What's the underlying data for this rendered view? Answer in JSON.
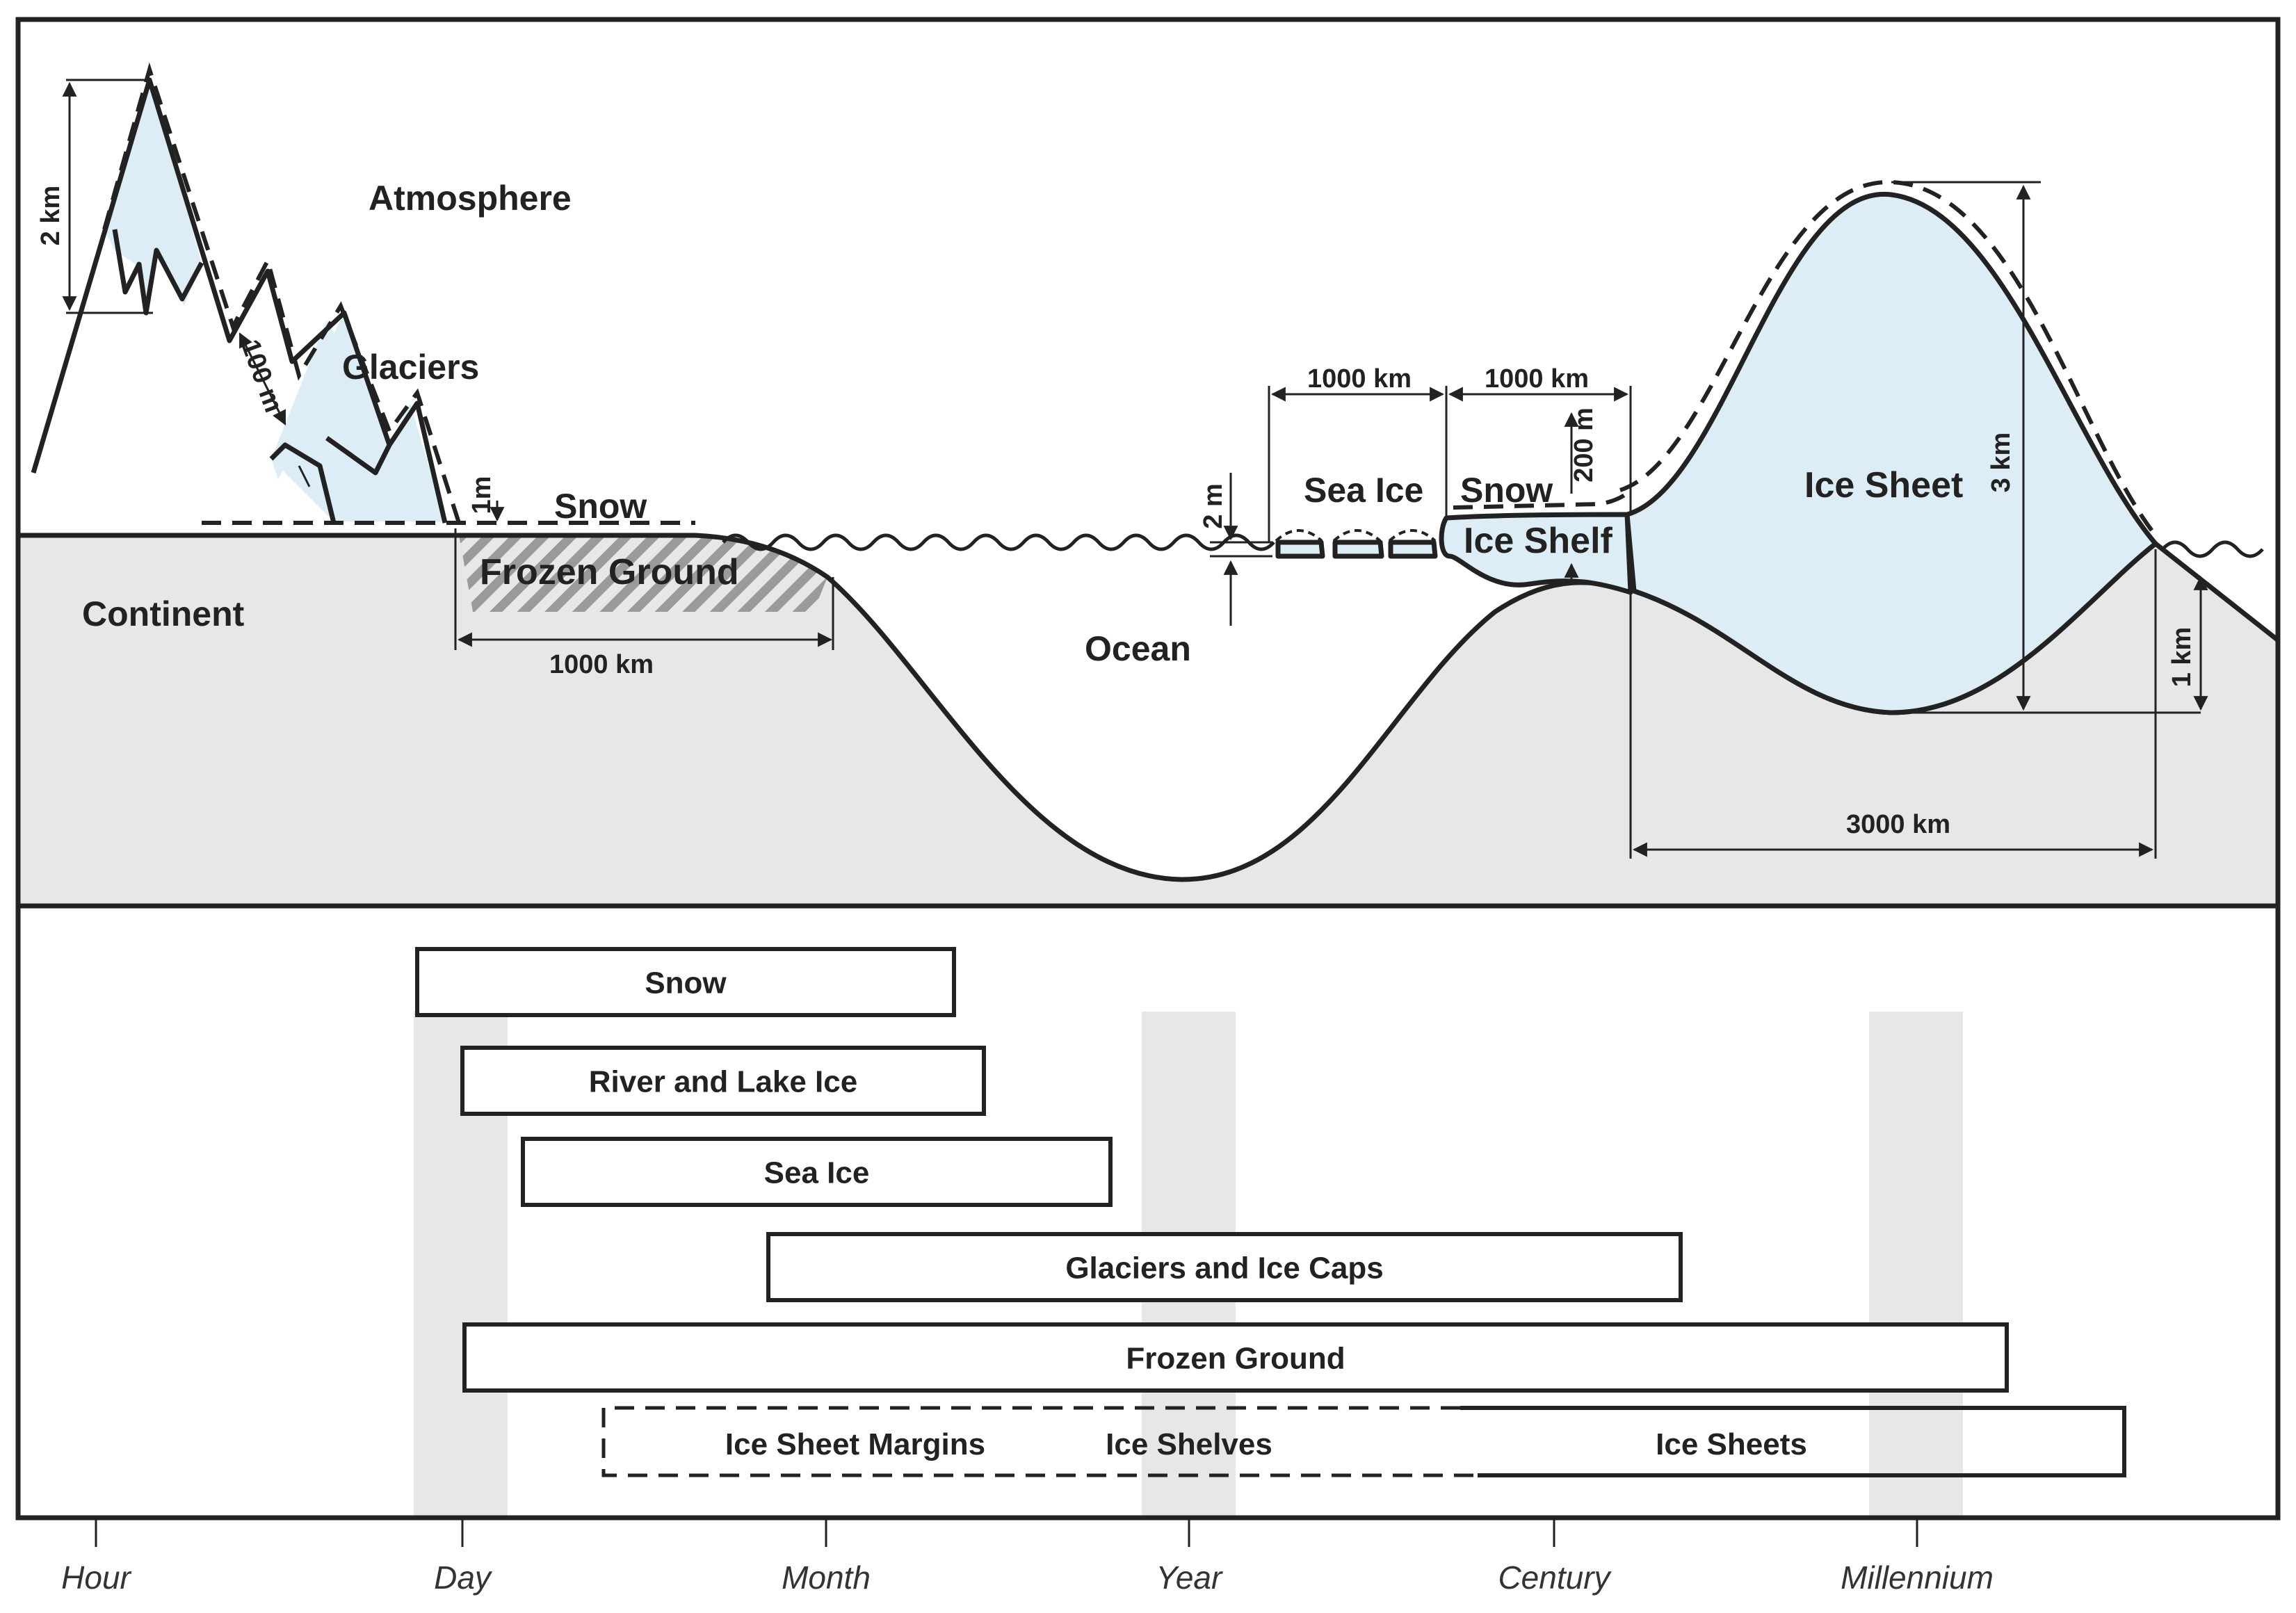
{
  "scene": {
    "atmosphere": "Atmosphere",
    "continent": "Continent",
    "glaciers": "Glaciers",
    "snow_land": "Snow",
    "frozen_ground": "Frozen Ground",
    "ocean": "Ocean",
    "sea_ice": "Sea Ice",
    "snow_shelf": "Snow",
    "ice_shelf": "Ice Shelf",
    "ice_sheet": "Ice Sheet"
  },
  "dimensions": {
    "mountain_height": "2 km",
    "glacier_thickness": "100 m",
    "snow_depth": "1m",
    "frozen_ground_extent": "1000 km",
    "sea_ice_thickness": "2 m",
    "sea_ice_extent": "1000 km",
    "ice_shelf_extent": "1000 km",
    "ice_shelf_thickness": "200 m",
    "ice_sheet_thickness": "3 km",
    "bedrock_depression": "1 km",
    "ice_sheet_extent": "3000 km"
  },
  "colors": {
    "ice": "#dcedf5",
    "land": "#e6e7e9",
    "band": "#e6e7e9",
    "line": "#222222"
  },
  "timescale": {
    "axis_ticks": [
      "Hour",
      "Day",
      "Month",
      "Year",
      "Century",
      "Millennium"
    ],
    "bars": [
      {
        "label": "Snow",
        "from": "Day",
        "to": "Month"
      },
      {
        "label": "River and Lake Ice",
        "from": "Day",
        "to": "Month"
      },
      {
        "label": "Sea Ice",
        "from": "Day",
        "to": "Year"
      },
      {
        "label": "Glaciers and Ice Caps",
        "from": "Month",
        "to": "Century"
      },
      {
        "label": "Frozen Ground",
        "from": "Day",
        "to": "Millennium"
      }
    ],
    "combined_bar": {
      "margins": "Ice Sheet Margins",
      "shelves": "Ice Shelves",
      "sheets": "Ice Sheets"
    }
  }
}
